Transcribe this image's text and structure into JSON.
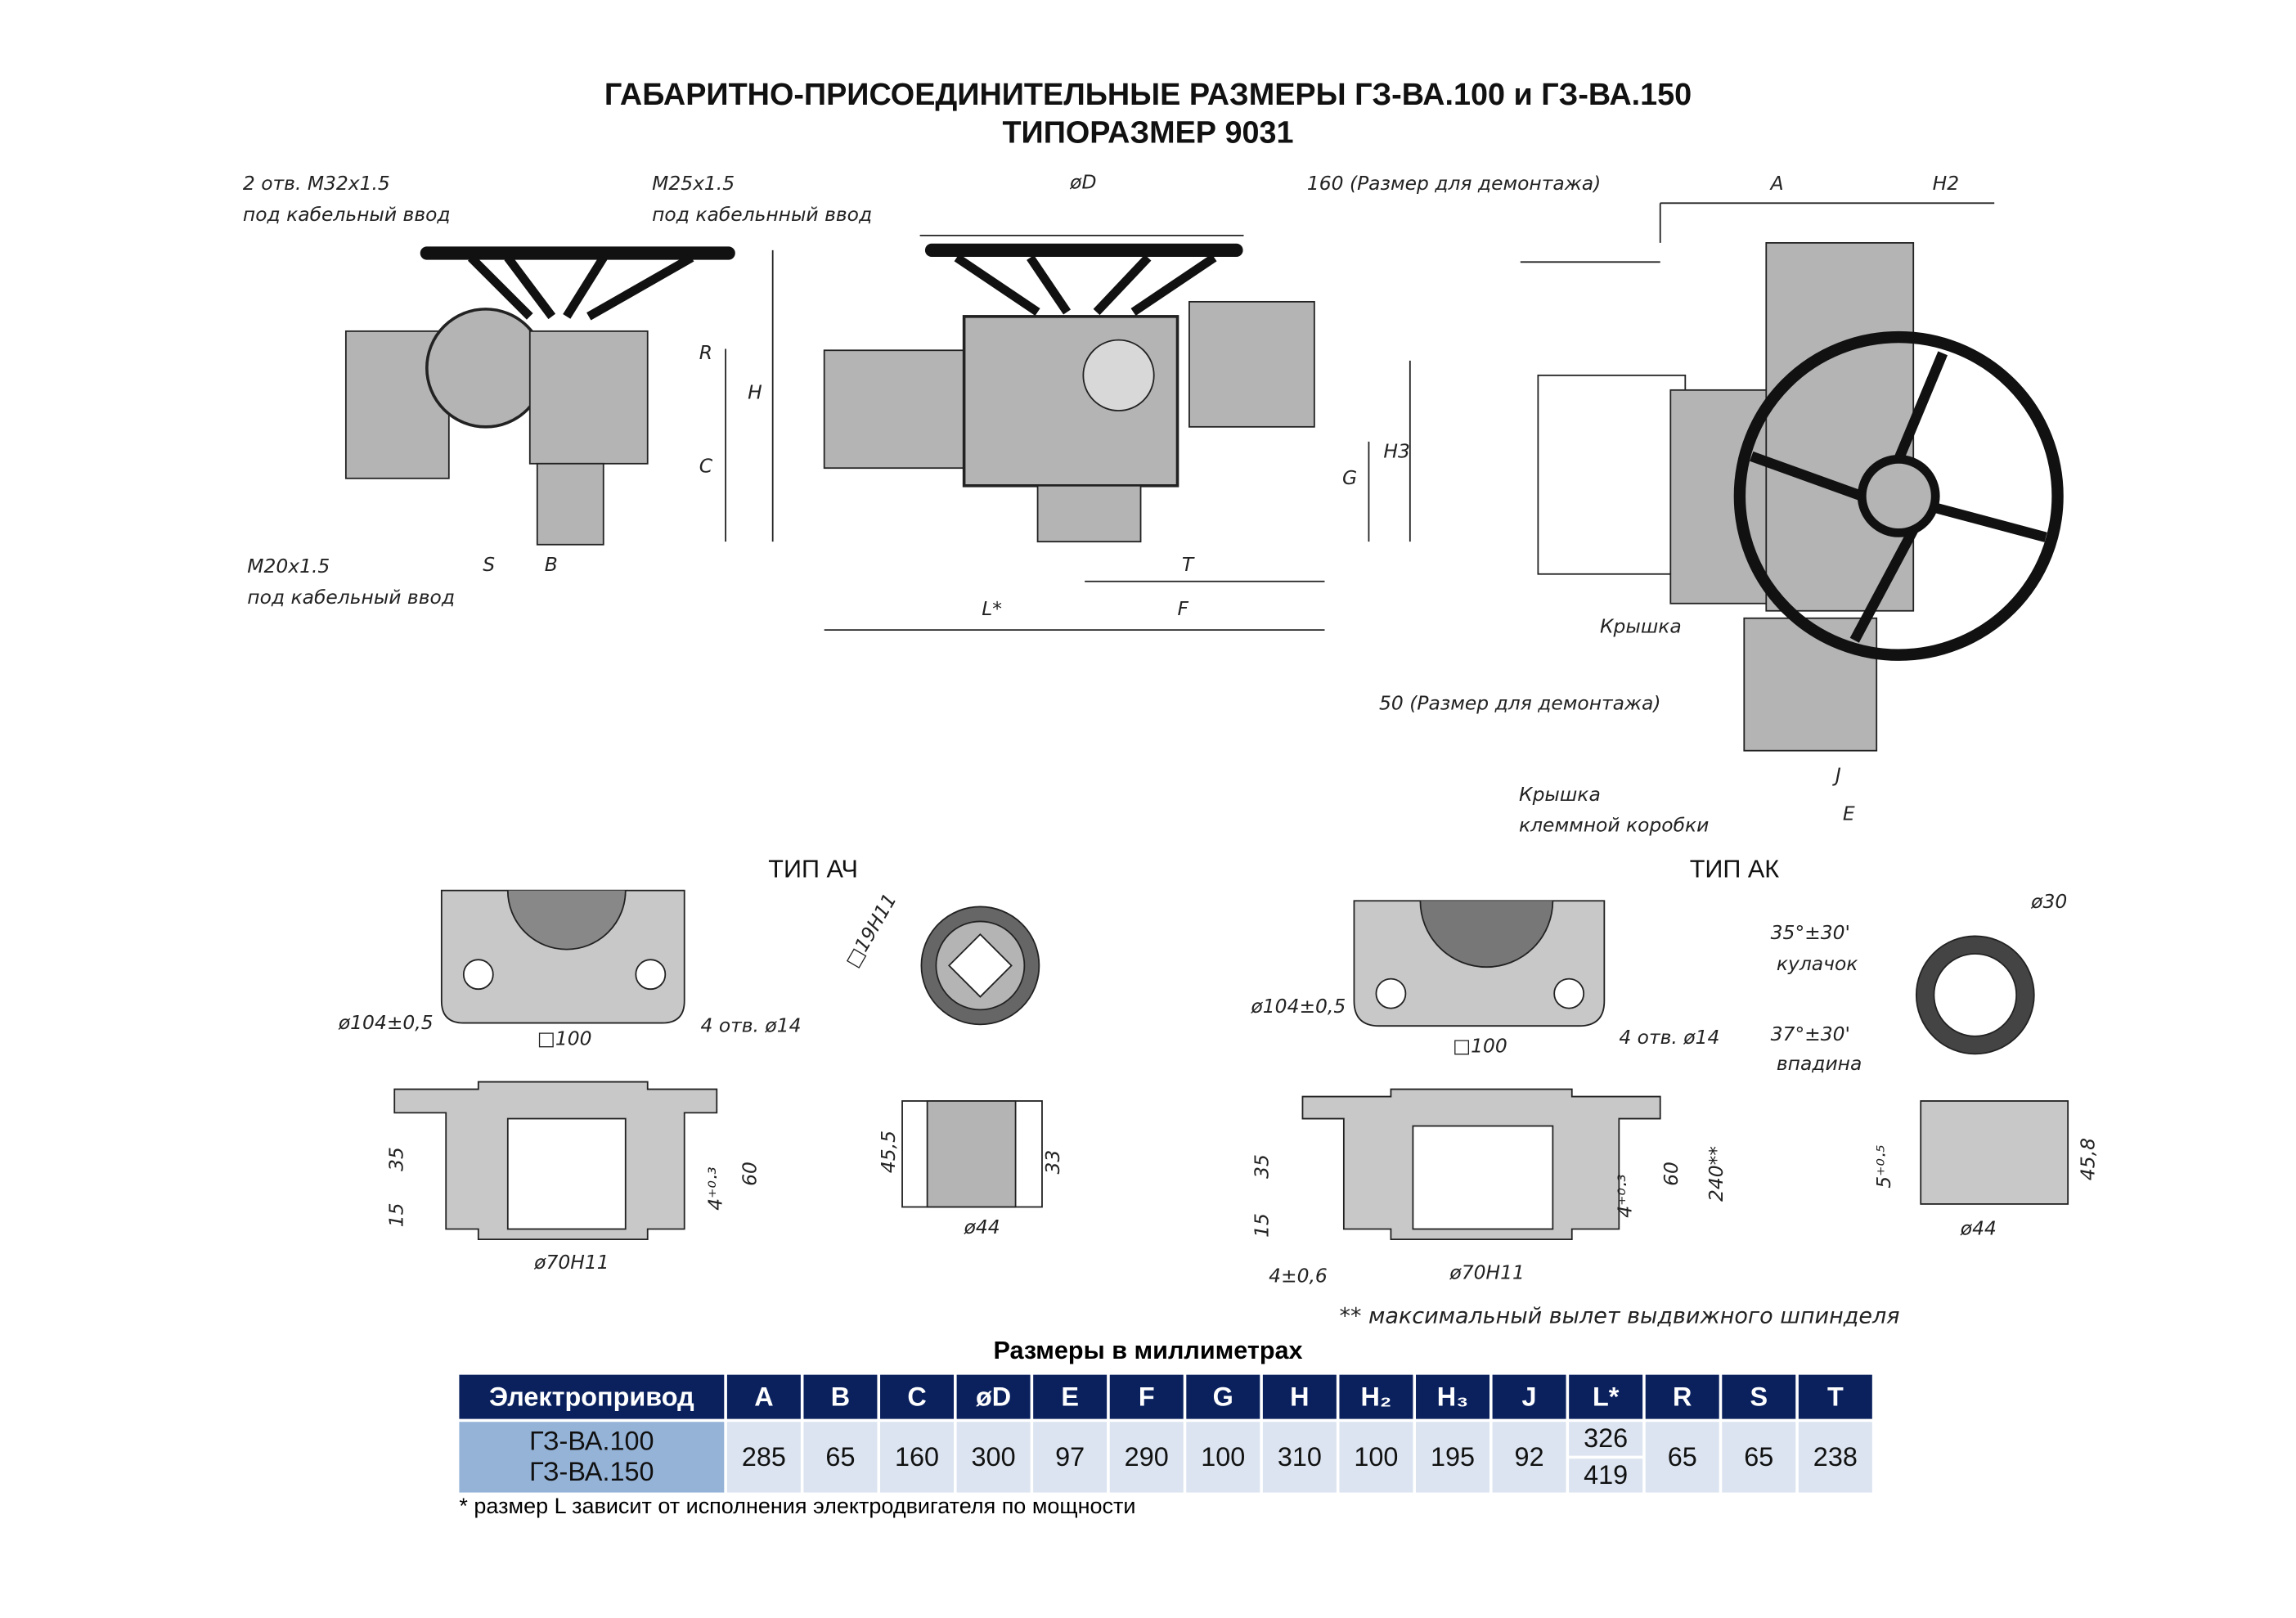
{
  "title": {
    "line1": "ГАБАРИТНО-ПРИСОЕДИНИТЕЛЬНЫЕ РАЗМЕРЫ ГЗ-ВА.100 и ГЗ-ВА.150",
    "line2": "ТИПОРАЗМЕР 9031"
  },
  "labels": {
    "m32": "2 отв. М32х1.5",
    "m32_sub": "под кабельный ввод",
    "m25": "М25х1.5",
    "m25_sub": "под кабельнный ввод",
    "m20": "М20х1.5",
    "m20_sub": "под кабельный ввод",
    "dim_D": "øD",
    "dim_160": "160 (Размер для демонтажа)",
    "dim_A": "A",
    "dim_H2": "H2",
    "dim_R": "R",
    "dim_H": "H",
    "dim_C": "C",
    "dim_S": "S",
    "dim_B": "B",
    "dim_G": "G",
    "dim_H3": "H3",
    "dim_T": "T",
    "dim_L": "L*",
    "dim_F": "F",
    "cover": "Крышка",
    "dim_50": "50 (Размер для демонтажа)",
    "cover_terminal": "Крышка",
    "cover_terminal_sub": "клеммной коробки",
    "dim_J": "J",
    "dim_E": "E"
  },
  "type_ach": {
    "title": "ТИП АЧ",
    "d104": "ø104±0,5",
    "sq100": "□100",
    "holes": "4 отв. ø14",
    "sq19": "□19Н11",
    "d35": "35",
    "d15": "15",
    "d4": "4⁺⁰·³",
    "d60": "60",
    "d70": "ø70Н11",
    "d455": "45,5",
    "d33": "33",
    "d44": "ø44"
  },
  "type_ak": {
    "title": "ТИП АК",
    "d104": "ø104±0,5",
    "sq100": "□100",
    "holes": "4 отв. ø14",
    "d30": "ø30",
    "cam": "35°±30'",
    "cam_sub": "кулачок",
    "groove": "37°±30'",
    "groove_sub": "впадина",
    "d35": "35",
    "d15": "15",
    "d4": "4⁺⁰·³",
    "d60": "60",
    "d240": "240**",
    "d70": "ø70Н11",
    "d406": "4±0,6",
    "d5": "5⁺⁰·⁵",
    "d458": "45,8",
    "d44": "ø44",
    "note": "** максимальный вылет выдвижного шпинделя"
  },
  "table": {
    "caption": "Размеры в миллиметрах",
    "headers": [
      "Электропривод",
      "A",
      "B",
      "C",
      "øD",
      "E",
      "F",
      "G",
      "H",
      "H₂",
      "H₃",
      "J",
      "L*",
      "R",
      "S",
      "T"
    ],
    "models": [
      "ГЗ-ВА.100",
      "ГЗ-ВА.150"
    ],
    "values": [
      "285",
      "65",
      "160",
      "300",
      "97",
      "290",
      "100",
      "310",
      "100",
      "195",
      "92",
      "326",
      "419",
      "65",
      "65",
      "238"
    ],
    "footnote": "* размер L зависит от исполнения электродвигателя по мощности"
  },
  "colors": {
    "header": "#0a215e",
    "cell": "#dbe4f0",
    "model": "#95b3d7",
    "body": "#b5b5b5"
  }
}
